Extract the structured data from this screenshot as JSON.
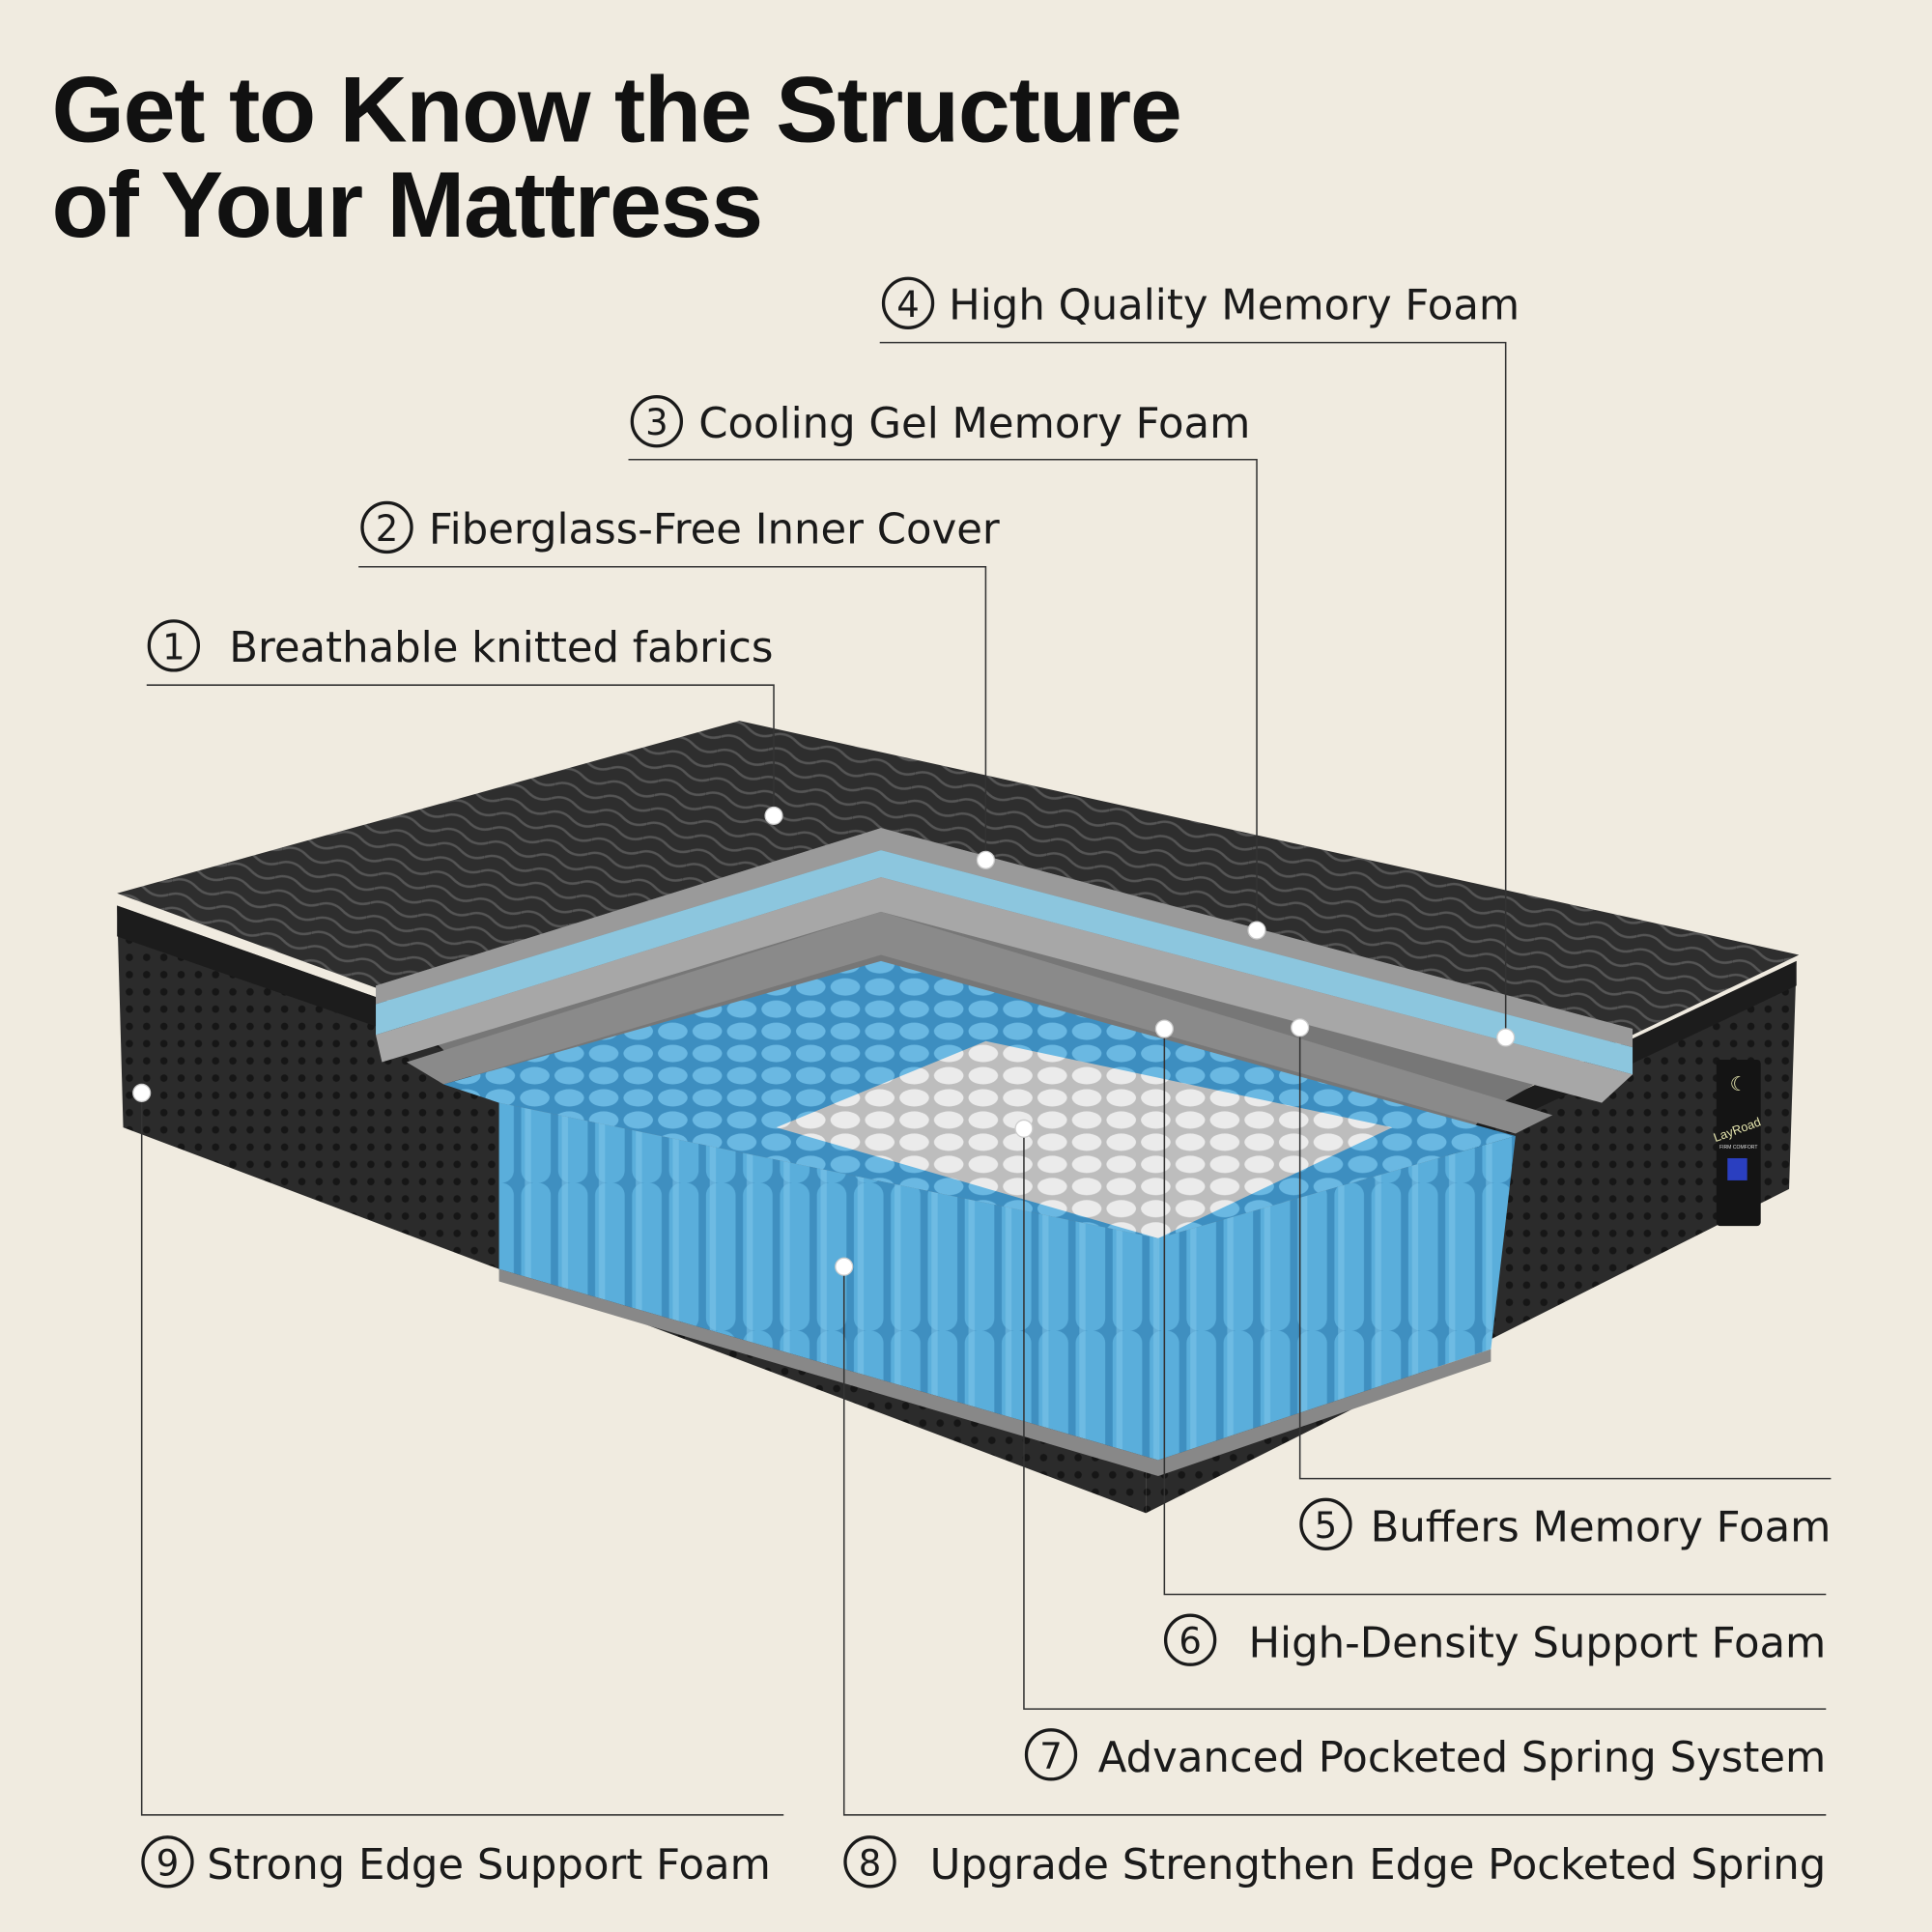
{
  "title": {
    "line1": "Get to Know the Structure",
    "line2": "of Your Mattress"
  },
  "brand_tag": {
    "name": "LayRoad",
    "sub": "FIRM COMFORT"
  },
  "layers": [
    {
      "num": "1",
      "label": "Breathable knitted fabrics"
    },
    {
      "num": "2",
      "label": "Fiberglass-Free Inner Cover"
    },
    {
      "num": "3",
      "label": "Cooling Gel Memory Foam"
    },
    {
      "num": "4",
      "label": "High Quality Memory Foam"
    },
    {
      "num": "5",
      "label": "Buffers Memory Foam"
    },
    {
      "num": "6",
      "label": "High-Density Support Foam"
    },
    {
      "num": "7",
      "label": "Advanced Pocketed Spring System"
    },
    {
      "num": "8",
      "label": "Upgrade Strengthen Edge Pocketed Spring"
    },
    {
      "num": "9",
      "label": "Strong Edge Support Foam"
    }
  ],
  "colors": {
    "background": "#f0ebe0",
    "spring_blue": "#4a9fd0",
    "foam_blue": "#8cc6de",
    "cover": "#2a2a2a"
  }
}
